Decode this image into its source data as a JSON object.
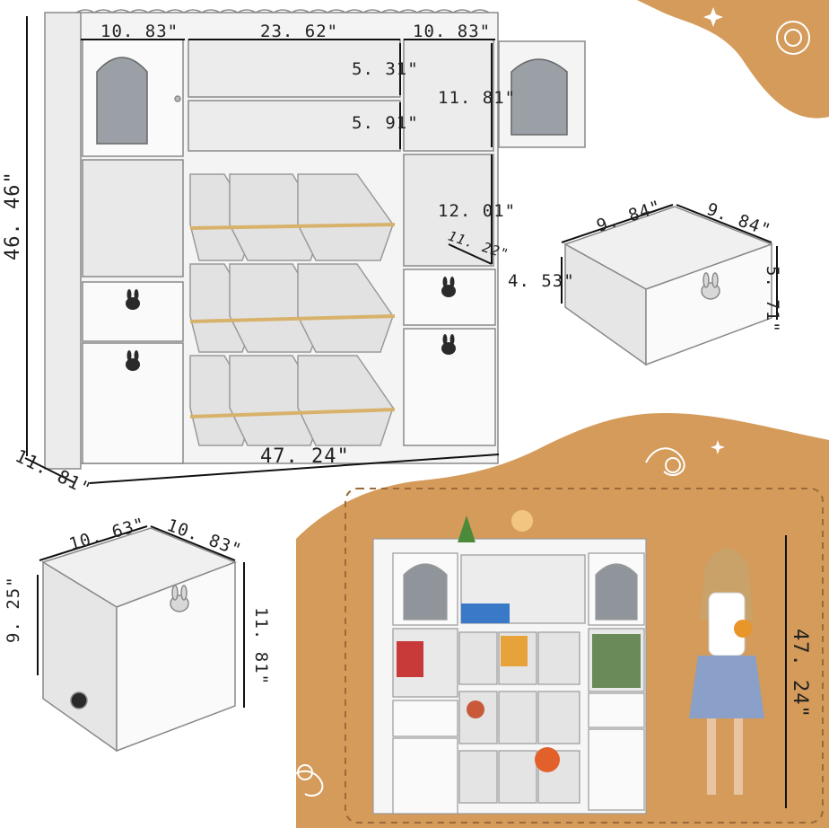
{
  "main_unit": {
    "total_height": "46. 46\"",
    "total_width": "47. 24\"",
    "depth": "11. 81\"",
    "side_cubby_width_left": "10. 83\"",
    "middle_width": "23. 62\"",
    "side_cubby_width_right": "10. 83\"",
    "shelf_gap_top": "5. 31\"",
    "shelf_gap_second": "5. 91\"",
    "right_cabinet_height": "11. 81\"",
    "right_open_cubby_height": "12. 01\"",
    "right_open_cubby_depth": "11. 22\""
  },
  "small_drawer": {
    "width": "9. 84\"",
    "depth": "9. 84\"",
    "inner_height": "4. 53\"",
    "front_height": "5. 71\""
  },
  "large_drawer": {
    "width": "10. 63\"",
    "depth": "10. 83\"",
    "inner_height": "9. 25\"",
    "front_height": "11. 81\""
  },
  "scene": {
    "height_with_child": "47. 24\""
  },
  "colors": {
    "accent_orange": "#d49b5a",
    "dashed_border": "#9c6a3a",
    "furniture_white": "#f4f4f4",
    "outline": "#8a8a8a",
    "dark_handle": "#2a2a2a",
    "bin_gold": "#d8b26a"
  }
}
